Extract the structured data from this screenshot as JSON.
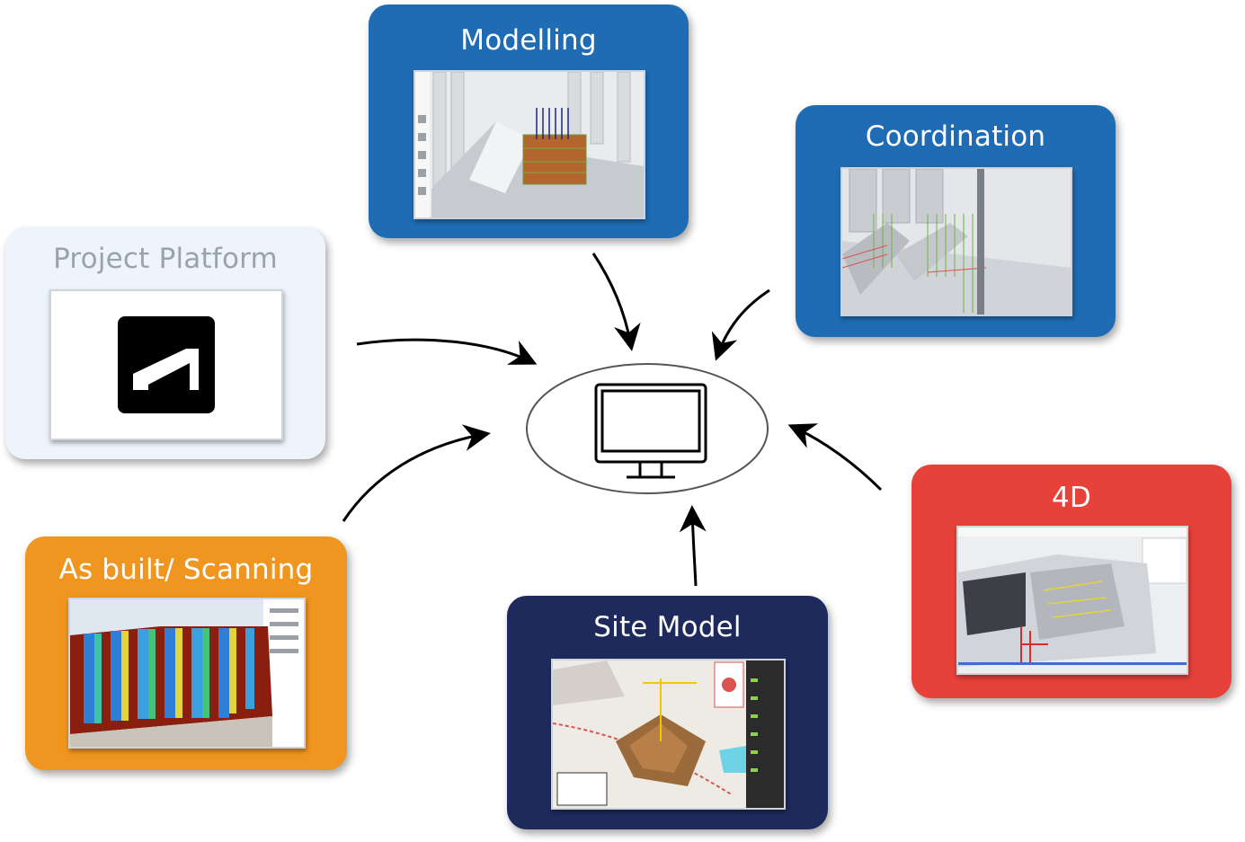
{
  "cards": {
    "modelling": {
      "title": "Modelling",
      "color": "#1f6cb5"
    },
    "coordination": {
      "title": "Coordination",
      "color": "#1f6cb5"
    },
    "project_platform": {
      "title": "Project Platform",
      "color": "#eef4fb",
      "title_color": "#9aa3ab",
      "logo": "a-logo-icon"
    },
    "four_d": {
      "title": "4D",
      "color": "#e6423a"
    },
    "as_built": {
      "title": "As built/ Scanning",
      "color": "#f0951f"
    },
    "site_model": {
      "title": "Site Model",
      "color": "#1e2a5c"
    }
  },
  "center": {
    "icon": "monitor-icon"
  }
}
